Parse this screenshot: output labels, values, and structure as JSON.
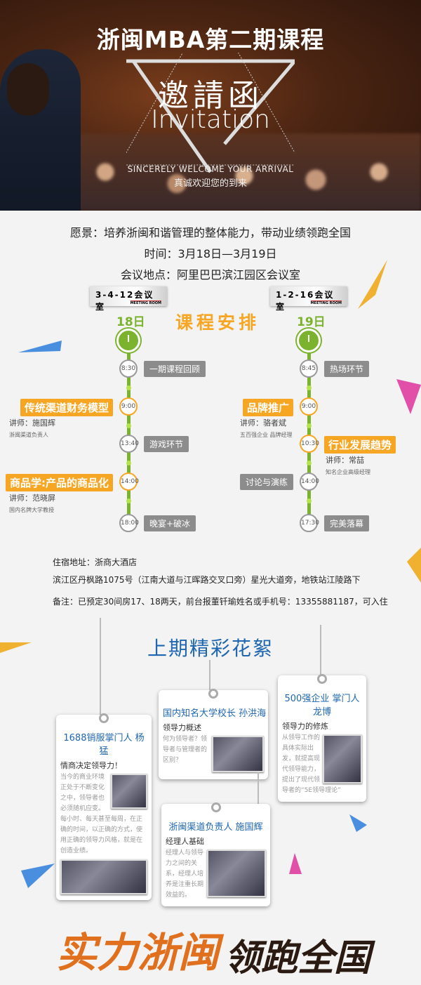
{
  "header": {
    "title": "浙闽MBA第二期课程",
    "invitation_cn": "邀請函",
    "invitation_en": "Invitation",
    "welcome_en": "SINCERELY WELCOME YOUR ARRIVAL",
    "welcome_cn": "真诚欢迎您的到来"
  },
  "info": {
    "vision": "愿景：培养浙闽和谐管理的整体能力，带动业绩领跑全国",
    "time": "时间：3月18日—3月19日",
    "venue": "会议地点：阿里巴巴滨江园区会议室"
  },
  "schedule": {
    "title": "课程安排",
    "room_sub": "MEETING ROOM",
    "days": [
      {
        "room": "3-4-12会议室",
        "day": "18日",
        "items": [
          {
            "time": "8:30",
            "label": "一期课程回顾",
            "type": "activity",
            "side": "right"
          },
          {
            "time": "9:00",
            "label": "传统渠道财务模型",
            "type": "course",
            "side": "left",
            "lecturer": "讲师：施国辉",
            "role": "浙闽渠道负责人"
          },
          {
            "time": "13:40",
            "label": "游戏环节",
            "type": "activity",
            "side": "right"
          },
          {
            "time": "14:00",
            "label": "商品学:产品的商品化",
            "type": "course",
            "side": "left",
            "lecturer": "讲师：范晓屏",
            "role": "国内名牌大学教授"
          },
          {
            "time": "18:00",
            "label": "晚宴+破冰",
            "type": "activity",
            "side": "right"
          }
        ]
      },
      {
        "room": "1-2-16会议室",
        "day": "19日",
        "items": [
          {
            "time": "8:45",
            "label": "热场环节",
            "type": "activity",
            "side": "right"
          },
          {
            "time": "9:00",
            "label": "品牌推广",
            "type": "course",
            "side": "left",
            "lecturer": "讲师：骆者斌",
            "role": "五百强企业 品牌经理"
          },
          {
            "time": "10:30",
            "label": "行业发展趋势",
            "type": "course",
            "side": "right",
            "lecturer": "讲师：常喆",
            "role": "知名企业高级经理"
          },
          {
            "time": "14:00",
            "label": "讨论与演练",
            "type": "activity",
            "side": "left"
          },
          {
            "time": "17:30",
            "label": "完美落幕",
            "type": "activity",
            "side": "right"
          }
        ]
      }
    ]
  },
  "notes": {
    "hotel": "住宿地址：浙商大酒店",
    "address": "滨江区丹枫路1075号（江南大道与江晖路交叉口旁）星光大道旁，地铁站江陵路下",
    "remark": "备注：已预定30间房17、18两天，前台报董钎瑜姓名或手机号：13355881187，可入住"
  },
  "gallery": {
    "title": "上期精彩花絮",
    "cards": [
      {
        "name": "1688销服掌门人 杨猛",
        "topic": "情商决定领导力！",
        "desc": "当今的商业环境正处于不断变化之中，领导者也必须随机应变。每小时、每天甚至每周，在正确的时间，以正确的方式，使用正确的领导力风格，就是在创造业绩。"
      },
      {
        "name": "国内知名大学校长 孙洪海",
        "topic": "领导力概述",
        "desc": "何为领导者？领导者与管理者的区别？"
      },
      {
        "name": "500强企业 掌门人龙博",
        "topic": "领导力的修炼",
        "desc": "从领导工作的具体实际出发，就提高现代领导能力，提出了现代领导者的“5E领导理论”"
      },
      {
        "name": "浙闽渠道负责人 施国辉",
        "topic": "经理人基础",
        "desc": "经理人与领导力之间的关系，经理人培养是注重长期效益的。"
      }
    ]
  },
  "footer": {
    "slogan_left": "实力浙闽",
    "slogan_right": "领跑全国"
  },
  "colors": {
    "green": "#7bb22e",
    "orange": "#f6a623",
    "blue": "#1e66b0",
    "gray_tag": "#8c8c8c"
  }
}
